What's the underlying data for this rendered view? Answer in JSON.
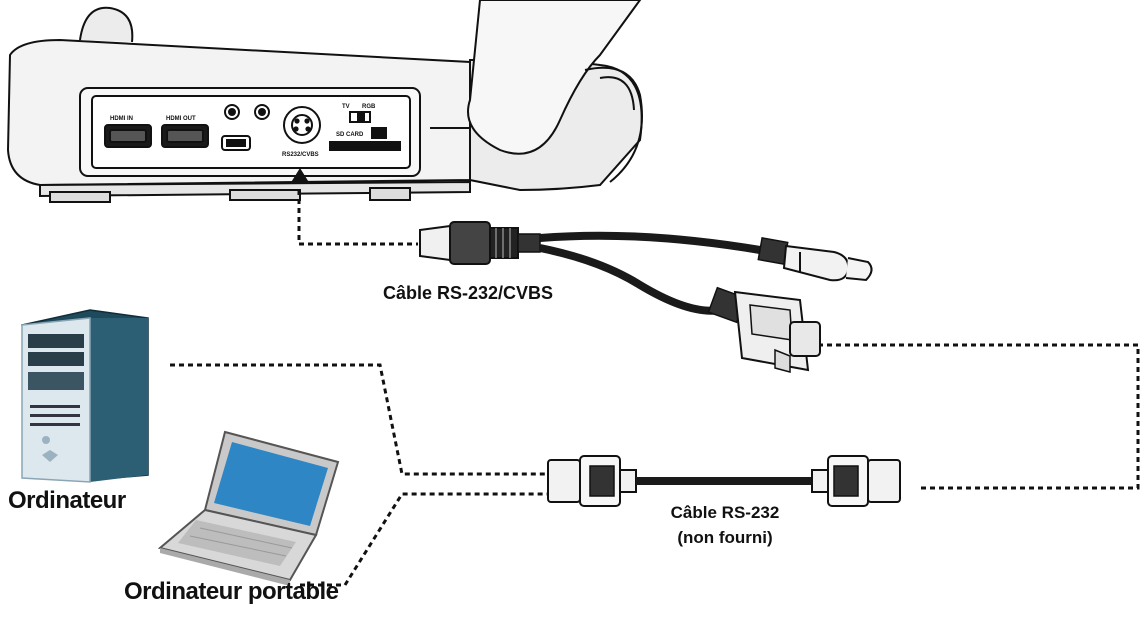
{
  "labels": {
    "rs232_cvbs_cable": "Câble RS-232/CVBS",
    "rs232_cable_line1": "Câble RS-232",
    "rs232_cable_line2": "(non fourni)",
    "desktop_computer": "Ordinateur",
    "laptop_computer": "Ordinateur portable"
  },
  "port_labels": {
    "hdmi_in": "HDMI IN",
    "hdmi_out": "HDMI OUT",
    "rs232_cvbs": "RS232/CVBS",
    "sd_card": "SD CARD",
    "switch_left": "TV",
    "switch_right": "RGB"
  },
  "colors": {
    "line": "#111111",
    "device_body": "#f2f2f2",
    "tower_side": "#2c5f73",
    "tower_front": "#dce7ee",
    "laptop_screen": "#2f86c4",
    "cable": "#1a1a1a"
  }
}
